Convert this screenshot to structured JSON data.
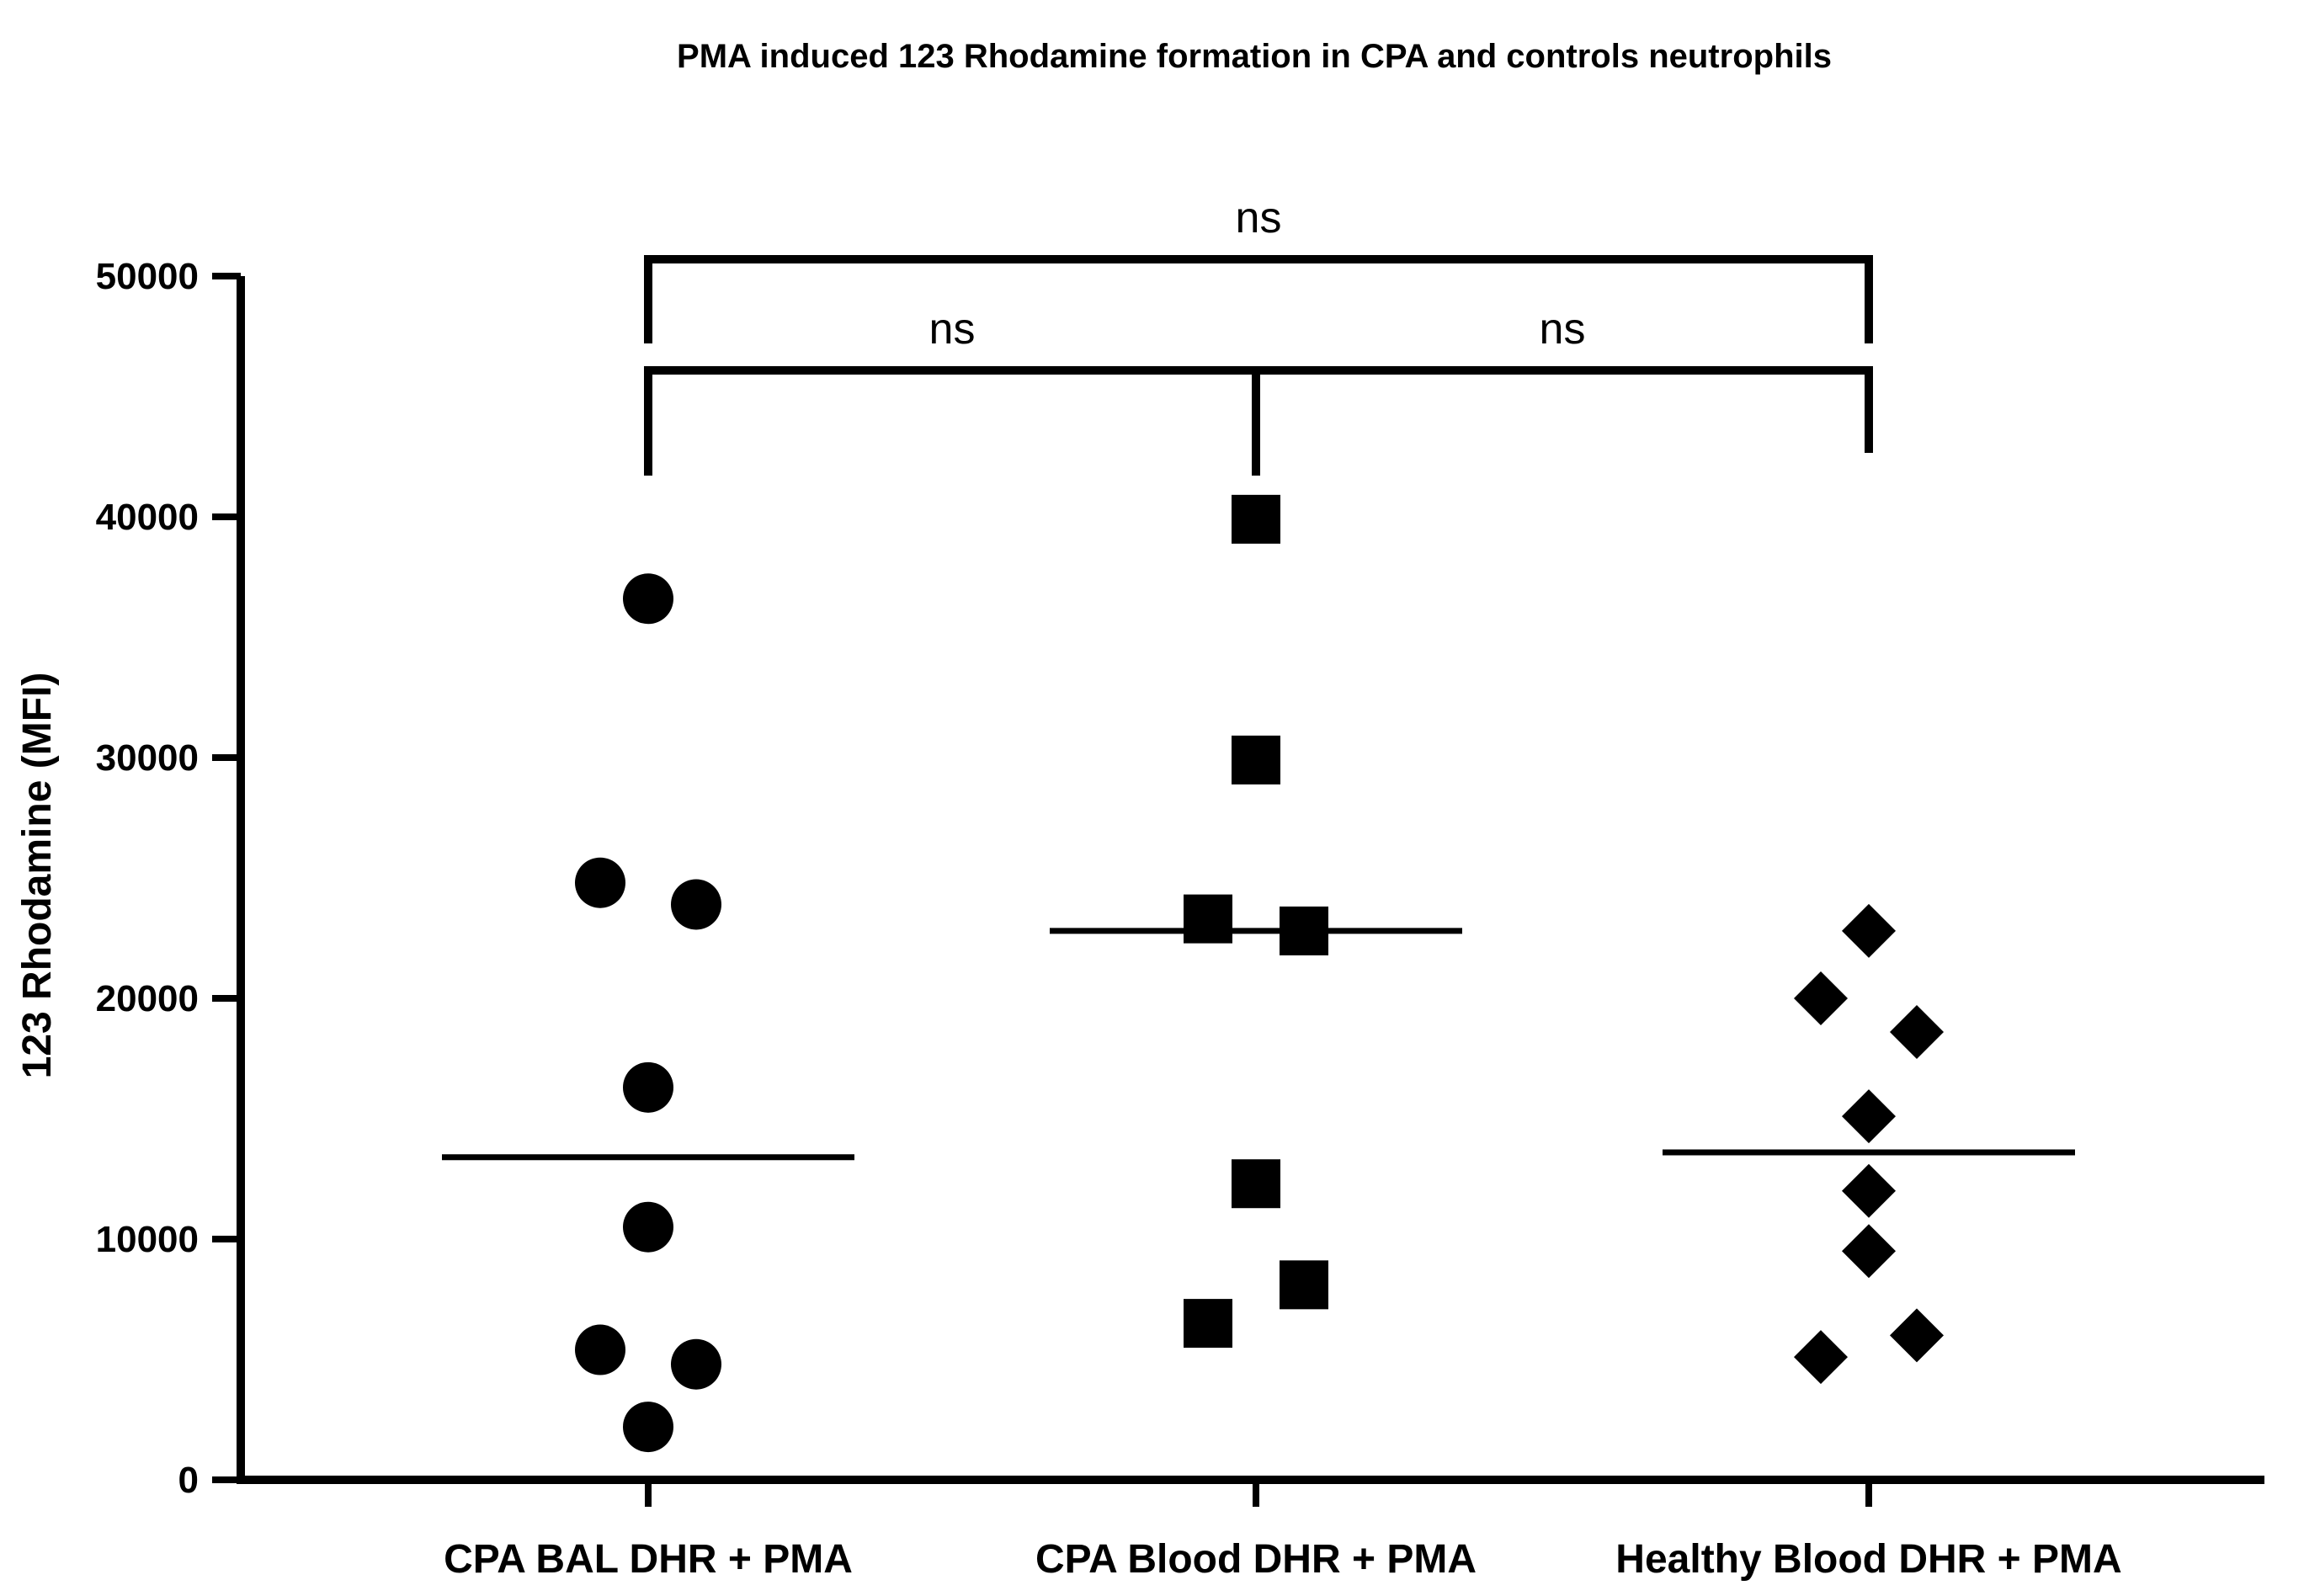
{
  "chart_data": {
    "type": "scatter",
    "title": "PMA induced 123 Rhodamine formation in CPA and controls neutrophils",
    "xlabel": "",
    "ylabel": "123 Rhodamine (MFI)",
    "ylim": [
      0,
      50000
    ],
    "yticks": [
      0,
      10000,
      20000,
      30000,
      40000,
      50000
    ],
    "categories": [
      "CPA BAL DHR + PMA",
      "CPA Blood DHR + PMA",
      "Healthy Blood DHR + PMA"
    ],
    "grid": false,
    "legend": "none",
    "series": [
      {
        "category": "CPA BAL DHR + PMA",
        "marker": "circle",
        "color": "#000000",
        "median": 13400,
        "points": [
          {
            "offset": 0,
            "y": 36600
          },
          {
            "offset": -1,
            "y": 24800
          },
          {
            "offset": 1,
            "y": 23900
          },
          {
            "offset": 0,
            "y": 16300
          },
          {
            "offset": 0,
            "y": 10500
          },
          {
            "offset": -1,
            "y": 5400
          },
          {
            "offset": 1,
            "y": 4800
          },
          {
            "offset": 0,
            "y": 2200
          }
        ]
      },
      {
        "category": "CPA Blood DHR + PMA",
        "marker": "square",
        "color": "#000000",
        "median": 22800,
        "points": [
          {
            "offset": 0,
            "y": 39900
          },
          {
            "offset": 0,
            "y": 29900
          },
          {
            "offset": -1,
            "y": 23300
          },
          {
            "offset": 1,
            "y": 22800
          },
          {
            "offset": 0,
            "y": 12300
          },
          {
            "offset": 1,
            "y": 8100
          },
          {
            "offset": -1,
            "y": 6500
          }
        ]
      },
      {
        "category": "Healthy Blood DHR + PMA",
        "marker": "diamond",
        "color": "#000000",
        "median": 13600,
        "points": [
          {
            "offset": 0,
            "y": 22800
          },
          {
            "offset": -1,
            "y": 20000
          },
          {
            "offset": 1,
            "y": 18600
          },
          {
            "offset": 0,
            "y": 15100
          },
          {
            "offset": 0,
            "y": 12000
          },
          {
            "offset": 0,
            "y": 9500
          },
          {
            "offset": 1,
            "y": 6000
          },
          {
            "offset": -1,
            "y": 5100
          }
        ]
      }
    ],
    "comparisons": [
      {
        "from": "CPA BAL DHR + PMA",
        "to": "Healthy Blood DHR + PMA",
        "label": "ns",
        "level": 2
      },
      {
        "from": "CPA BAL DHR + PMA",
        "to": "CPA Blood DHR + PMA",
        "label": "ns",
        "level": 1
      },
      {
        "from": "CPA Blood DHR + PMA",
        "to": "Healthy Blood DHR + PMA",
        "label": "ns",
        "level": 1
      }
    ]
  }
}
